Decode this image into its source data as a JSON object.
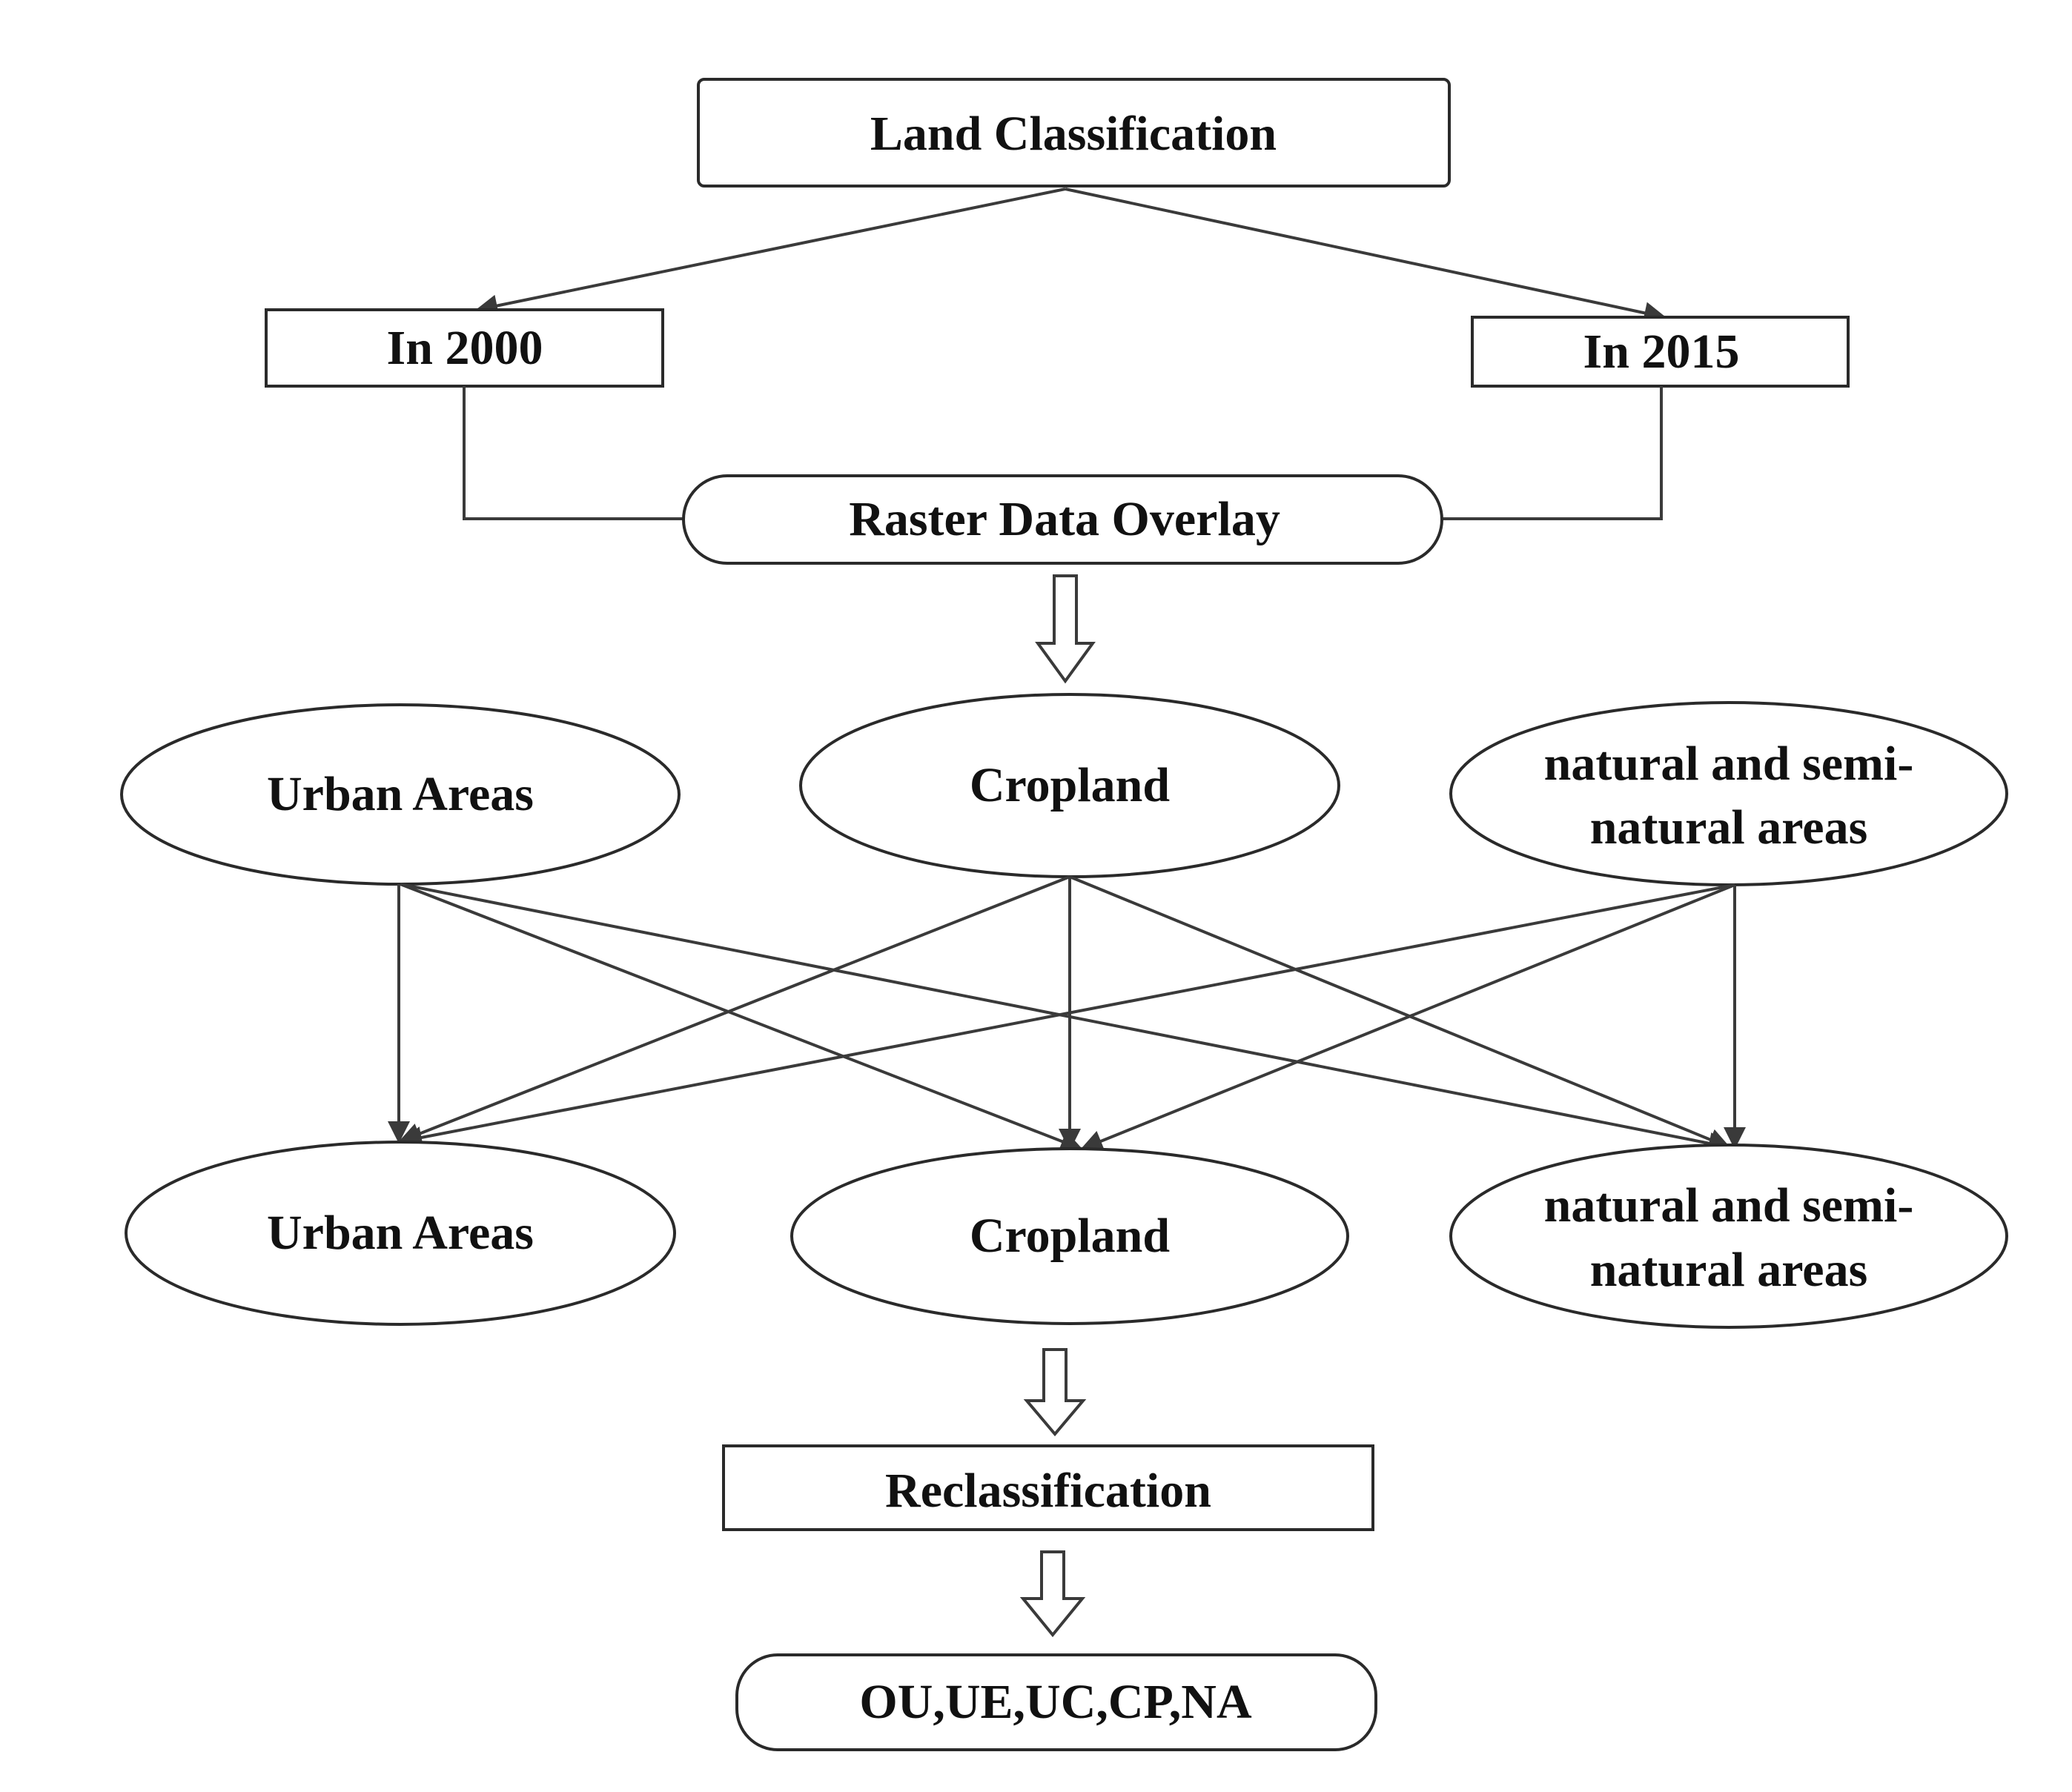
{
  "nodes": {
    "land_classification": "Land Classification",
    "in_2000": "In  2000",
    "in_2015": "In  2015",
    "raster_overlay": "Raster Data Overlay",
    "from_urban": "Urban Areas",
    "from_cropland": "Cropland",
    "from_natural_line1": "natural and semi-",
    "from_natural_line2": "natural areas",
    "to_urban": "Urban Areas",
    "to_cropland": "Cropland",
    "to_natural_line1": "natural and semi-",
    "to_natural_line2": "natural areas",
    "reclassification": "Reclassification",
    "result": "OU,UE,UC,CP,NA"
  },
  "colors": {
    "stroke": "#2a2a2a",
    "text": "#111111",
    "background": "#ffffff"
  }
}
